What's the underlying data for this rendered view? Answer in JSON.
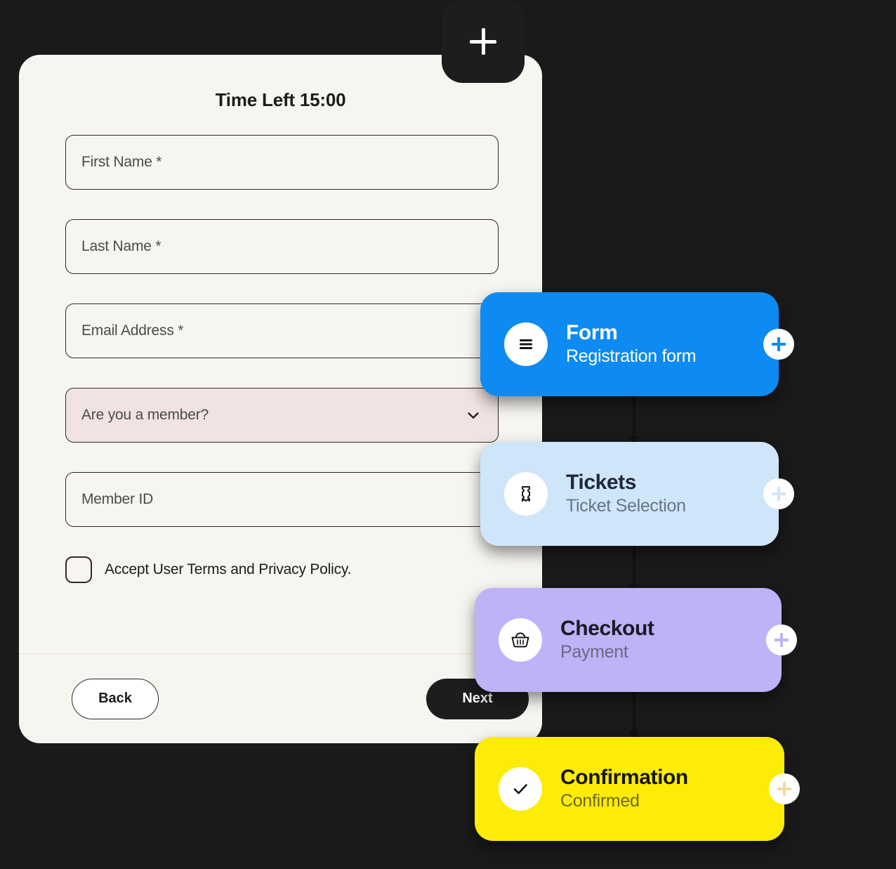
{
  "theme": {
    "page_background": "#1a1a1a",
    "panel_background": "#f7f5f0",
    "accent_blue": "#0d8bf2",
    "accent_lightblue": "#cfe5fa",
    "accent_purple": "#bfb2f7",
    "accent_yellow": "#fcec08",
    "select_error_background": "#f0e3e1",
    "text_dark": "#1c1c1c"
  },
  "fab": {
    "icon": "plus-icon",
    "label": "+"
  },
  "panel": {
    "title": "Time Left 15:00",
    "fields": [
      {
        "name": "first-name",
        "placeholder": "First Name *",
        "value": "",
        "type": "text"
      },
      {
        "name": "last-name",
        "placeholder": "Last Name *",
        "value": "",
        "type": "text"
      },
      {
        "name": "email-address",
        "placeholder": "Email Address *",
        "value": "",
        "type": "email"
      },
      {
        "name": "member-select",
        "placeholder": "Are you a member?",
        "value": "",
        "type": "select",
        "icon": "chevron-down-icon"
      },
      {
        "name": "member-id",
        "placeholder": "Member ID",
        "value": "",
        "type": "text"
      }
    ],
    "checkbox": {
      "label": "Accept User Terms and Privacy Policy.",
      "checked": false
    },
    "footer": {
      "back_label": "Back",
      "next_label": "Next"
    }
  },
  "flow": {
    "cards": [
      {
        "id": "form",
        "title": "Form",
        "subtitle": "Registration form",
        "icon": "list-lines-icon",
        "badge_icon": "plus-icon",
        "color": "#0d8bf2"
      },
      {
        "id": "tickets",
        "title": "Tickets",
        "subtitle": "Ticket Selection",
        "icon": "ticket-icon",
        "badge_icon": "plus-icon",
        "color": "#cfe5fa"
      },
      {
        "id": "checkout",
        "title": "Checkout",
        "subtitle": "Payment",
        "icon": "shopping-basket-icon",
        "badge_icon": "plus-icon",
        "color": "#bfb2f7"
      },
      {
        "id": "confirmation",
        "title": "Confirmation",
        "subtitle": "Confirmed",
        "icon": "check-icon",
        "badge_icon": "plus-icon",
        "color": "#fcec08"
      }
    ],
    "connector_icon": "arrow-down-icon"
  }
}
